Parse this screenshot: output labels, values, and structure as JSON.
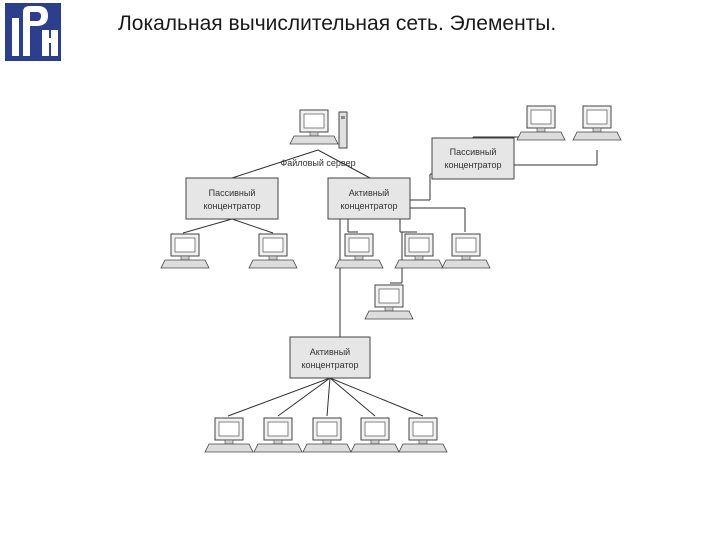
{
  "slide": {
    "title": "Локальная вычислительная сеть. Элементы."
  },
  "logo": {
    "icon": "institution-logo-icon",
    "color": "#2b3f8c"
  },
  "diagram": {
    "server_label": "Файловый сервер",
    "hubs": [
      {
        "id": "hub-passive-left",
        "line1": "Пассивный",
        "line2": "концентратор"
      },
      {
        "id": "hub-active-center",
        "line1": "Активный",
        "line2": "концентратор"
      },
      {
        "id": "hub-passive-right",
        "line1": "Пассивный",
        "line2": "концентратор"
      },
      {
        "id": "hub-active-bottom",
        "line1": "Активный",
        "line2": "концентратор"
      }
    ],
    "colors": {
      "line": "#333333",
      "box_fill": "#e6e6e6",
      "box_stroke": "#444444"
    }
  }
}
